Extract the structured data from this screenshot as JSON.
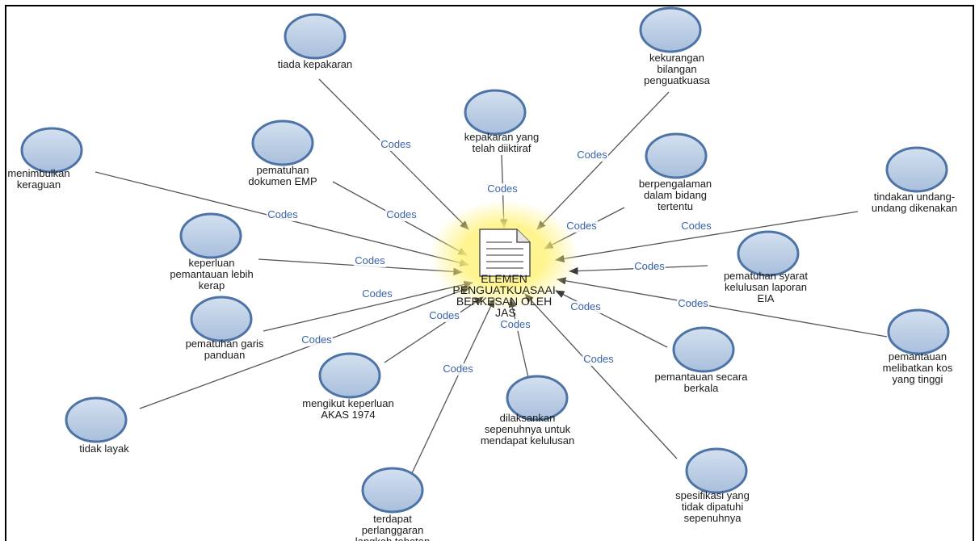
{
  "center": {
    "label": [
      "ELEMEN",
      "PENGUATKUASAAI",
      "BERKESAN OLEH",
      "JAS"
    ]
  },
  "edge_label": "Codes",
  "colors": {
    "node_fill": "#b9cbe3",
    "node_stroke": "#4e73a6",
    "edge": "#555555",
    "edge_label": "#3a64a8",
    "glow": "#fff27a"
  },
  "icons": {
    "center": "document-icon"
  },
  "nodes": [
    {
      "id": "tiada-kepakaran",
      "label": [
        "tiada kepakaran"
      ]
    },
    {
      "id": "kekurangan-bilangan-penguatkuasa",
      "label": [
        "kekurangan",
        "bilangan",
        "penguatkuasa"
      ]
    },
    {
      "id": "kepakaran-yang-telah-diiktiraf",
      "label": [
        "kepakaran yang",
        "telah diiktiraf"
      ]
    },
    {
      "id": "menimbulkan-keraguan",
      "label": [
        "menimbulkan",
        "keraguan"
      ]
    },
    {
      "id": "pematuhan-dokumen-emp",
      "label": [
        "pematuhan",
        "dokumen EMP"
      ]
    },
    {
      "id": "berpengalaman-dalam-bidang-tertentu",
      "label": [
        "berpengalaman",
        "dalam bidang",
        "tertentu"
      ]
    },
    {
      "id": "tindakan-undang-undang-dikenakan",
      "label": [
        "tindakan undang-",
        "undang dikenakan"
      ]
    },
    {
      "id": "keperluan-pemantauan-lebih-kerap",
      "label": [
        "keperluan",
        "pemantauan lebih",
        "kerap"
      ]
    },
    {
      "id": "pematuhan-syarat-kelulusan-laporan-eia",
      "label": [
        "pematuhan syarat",
        "kelulusan laporan",
        "EIA"
      ]
    },
    {
      "id": "pematuhan-garis-panduan",
      "label": [
        "pematuhan garis",
        "panduan"
      ]
    },
    {
      "id": "pemantauan-melibatkan-kos-yang-tinggi",
      "label": [
        "pemantauan",
        "melibatkan kos",
        "yang tinggi"
      ]
    },
    {
      "id": "pemantauan-secara-berkala",
      "label": [
        "pemantauan secara",
        "berkala"
      ]
    },
    {
      "id": "tidak-layak",
      "label": [
        "tidak layak"
      ]
    },
    {
      "id": "mengikut-keperluan-akas-1974",
      "label": [
        "mengikut keperluan",
        "AKAS 1974"
      ]
    },
    {
      "id": "dilaksankan-sepenuhnya-untuk-mendapat-kelulusan",
      "label": [
        "dilaksankan",
        "sepenuhnya untuk",
        "mendapat kelulusan"
      ]
    },
    {
      "id": "spesifikasi-yang-tidak-dipatuhi-sepenuhnya",
      "label": [
        "spesifikasi yang",
        "tidak dipatuhi",
        "sepenuhnya"
      ]
    },
    {
      "id": "terdapat-perlanggaran-langkah-tebatan",
      "label": [
        "terdapat",
        "perlanggaran",
        "langkah tebatan"
      ]
    }
  ]
}
